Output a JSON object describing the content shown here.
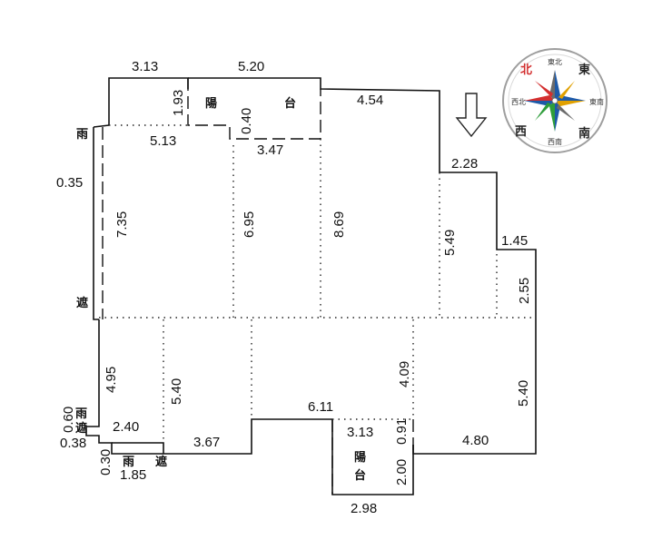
{
  "compass": {
    "colors": {
      "north": "#d32f2f",
      "ring": "#9e9e9e",
      "blue": "#1e5aa8",
      "green": "#2e9d3a",
      "gold": "#e0a000",
      "grey": "#6b6b6b"
    },
    "labels": {
      "top_small": "東北",
      "left_small": "西北",
      "right_small": "東南",
      "bottom_small": "西南",
      "top_big": "東",
      "left_big": "西",
      "bottom_big": "南",
      "red": "北"
    }
  },
  "direction_arrow_icon": "down-arrow-outline",
  "labels": {
    "balcony_top_1": "陽",
    "balcony_top_2": "台",
    "balcony_bottom_1": "陽",
    "balcony_bottom_2": "台",
    "left_top_1": "雨",
    "left_mid_1": "遮",
    "left_low_1": "雨",
    "left_low_2": "遮",
    "bottom_rain": "雨",
    "bottom_shade": "遮"
  },
  "dimensions": {
    "d313_top": "3.13",
    "d520": "5.20",
    "d193": "1.93",
    "d040": "0.40",
    "d513": "5.13",
    "d347": "3.47",
    "d454": "4.54",
    "d228": "2.28",
    "d035": "0.35",
    "d735": "7.35",
    "d695": "6.95",
    "d869": "8.69",
    "d549": "5.49",
    "d145": "1.45",
    "d255": "2.55",
    "d495": "4.95",
    "d540_left": "5.40",
    "d611": "6.11",
    "d409": "4.09",
    "d540_right": "5.40",
    "d060": "0.60",
    "d038": "0.38",
    "d240": "2.40",
    "d367": "3.67",
    "d313_bottom": "3.13",
    "d091": "0.91",
    "d480": "4.80",
    "d030": "0.30",
    "d185": "1.85",
    "d200": "2.00",
    "d298": "2.98"
  }
}
